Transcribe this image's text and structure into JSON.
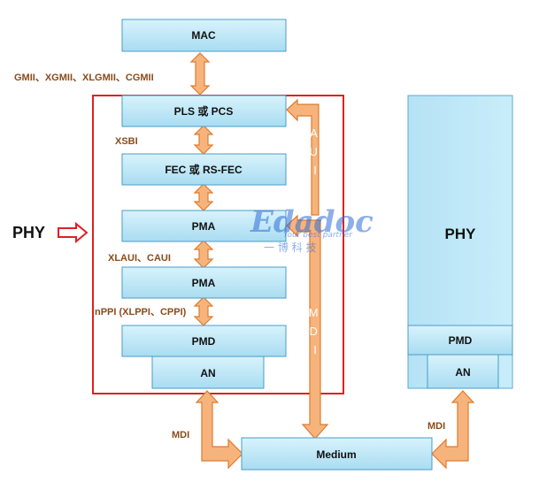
{
  "boxes": {
    "mac": "MAC",
    "pls_pcs": "PLS 或 PCS",
    "fec": "FEC 或 RS-FEC",
    "pma1": "PMA",
    "pma2": "PMA",
    "pmd": "PMD",
    "an": "AN",
    "medium": "Medium",
    "phy_right_title": "PHY",
    "phy_right_pmd": "PMD",
    "phy_right_an": "AN"
  },
  "interface_labels": {
    "gmii": "GMII、XGMII、XLGMII、CGMII",
    "xsbi": "XSBI",
    "xlaui": "XLAUI、CAUI",
    "nppi": "nPPI (XLPPI、CPPI)",
    "mdi_left": "MDI",
    "mdi_right": "MDI"
  },
  "vertical_labels": {
    "aui": "AUI",
    "mdi": "MDI"
  },
  "phy_label": "PHY",
  "watermark": {
    "logo": "Edadoc",
    "tagline": "Your best partner",
    "chinese": "一 博 科 技"
  },
  "colors": {
    "box_fill": "#bfe8f7",
    "box_stroke": "#4a9cc8",
    "arrow_fill": "#f6b47c",
    "arrow_stroke": "#e07a2c",
    "phy_border": "#e02020",
    "label_color": "#8a4b1a"
  }
}
